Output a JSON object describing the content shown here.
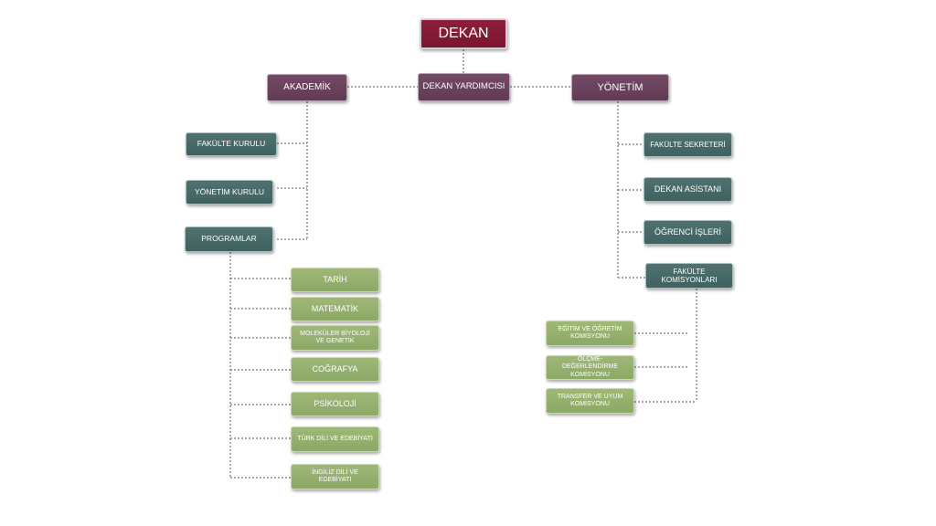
{
  "top": {
    "dekan": "DEKAN"
  },
  "level1": {
    "akademik": "AKADEMİK",
    "dekan_yardimcisi": "DEKAN YARDIMCISI",
    "yonetim": "YÖNETİM"
  },
  "akademik_units": {
    "fakulte_kurulu": "FAKÜLTE KURULU",
    "yonetim_kurulu": "YÖNETİM KURULU",
    "programlar": "PROGRAMLAR"
  },
  "programs": [
    "TARİH",
    "MATEMATİK",
    "MOLEKÜLER BİYOLOJİ VE GENETİK",
    "COĞRAFYA",
    "PSİKOLOJİ",
    "TÜRK DİLİ VE EDEBİYATI",
    "İNGİLİZ DİLİ VE EDEBİYATI"
  ],
  "yonetim_units": {
    "fakulte_sekreteri": "FAKÜLTE SEKRETERİ",
    "dekan_asistani": "DEKAN ASİSTANI",
    "ogrenci_isleri": "ÖĞRENCİ İŞLERİ",
    "fakulte_komisyonlari": "FAKÜLTE KOMİSYONLARI"
  },
  "komisyonlar": [
    "EĞİTİM VE ÖĞRETİM KOMİSYONU",
    "ÖLÇME-DEĞERLENDİRME KOMİSYONU",
    "TRANSFER VE UYUM KOMİSYONU"
  ],
  "colors": {
    "dekan": "#7f1934",
    "level1": "#6a4160",
    "unit": "#466866",
    "program": "#96b06e",
    "connector": "#555555"
  }
}
